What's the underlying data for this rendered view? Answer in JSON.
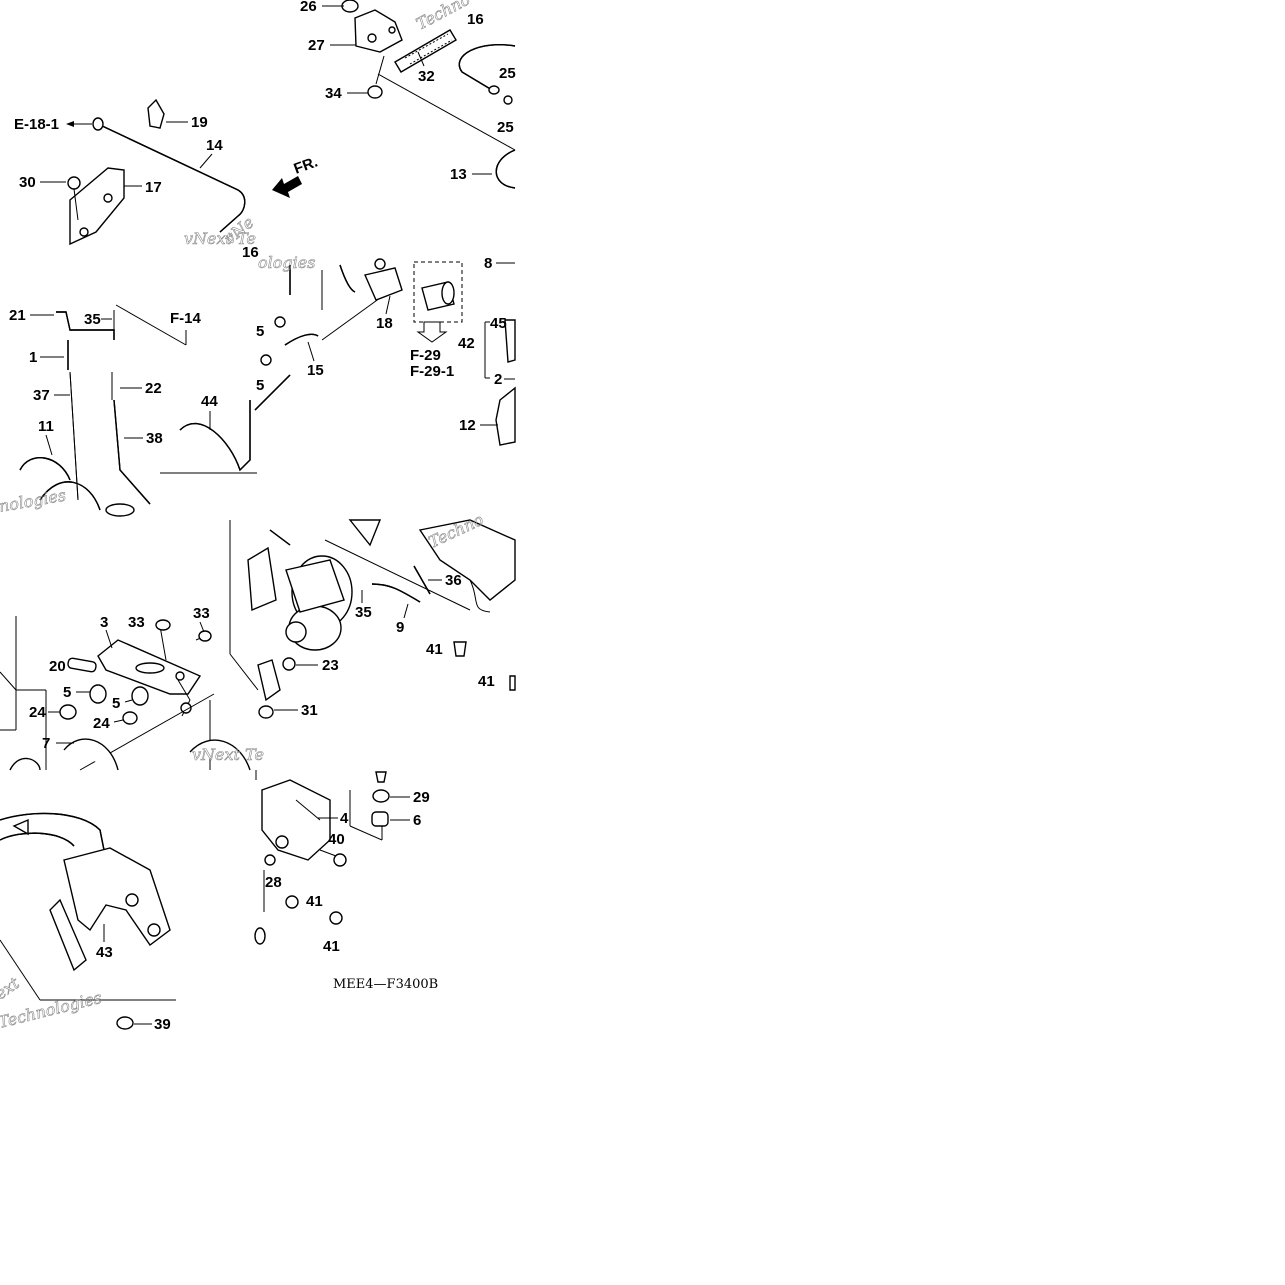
{
  "diagram_code": "MEE4—F3400B",
  "watermark": {
    "brand": "vNext Technologies",
    "fragments": [
      "Techno",
      "vNe",
      "vNext Te",
      "ologies",
      "Techno",
      "nologies",
      "vNext Te",
      "ext",
      "Technologies"
    ]
  },
  "references": {
    "e18_1": "E-18-1",
    "f14": "F-14",
    "f29": "F-29",
    "f29_1": "F-29-1"
  },
  "front_marker": "FR.",
  "callouts": {
    "t1": [
      "26",
      "27",
      "34",
      "32",
      "16",
      "25",
      "25",
      "13",
      "19",
      "14",
      "30",
      "17",
      "16"
    ],
    "t2": [
      "8",
      "18",
      "15",
      "5",
      "5",
      "45",
      "42",
      "2",
      "12",
      "21",
      "35",
      "1",
      "22",
      "37",
      "38",
      "44",
      "11"
    ],
    "t3": [
      "3",
      "33",
      "33",
      "20",
      "5",
      "5",
      "24",
      "24",
      "7",
      "36",
      "35",
      "9",
      "23",
      "31",
      "41",
      "41"
    ],
    "t4": [
      "43",
      "39",
      "4",
      "40",
      "28",
      "41",
      "41",
      "29",
      "6"
    ]
  }
}
